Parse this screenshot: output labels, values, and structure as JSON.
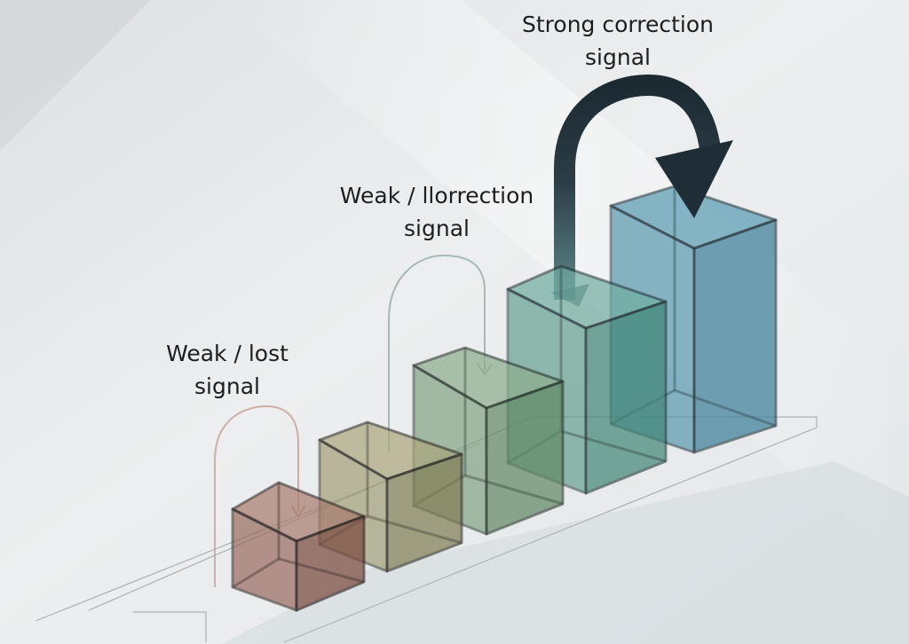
{
  "labels": {
    "strong": {
      "line1": "Strong correction",
      "line2": "signal"
    },
    "mid": {
      "line1": "Weak / llorrection",
      "line2": "signal"
    },
    "weak": {
      "line1": "Weak / lost",
      "line2": "signal"
    }
  },
  "colors": {
    "background": "#e9ebec",
    "box1": "#8a5a4c",
    "box2": "#8e8a5e",
    "box3": "#6e9270",
    "box4": "#4f9487",
    "box5": "#4f8ea6",
    "edge": "#24302f",
    "arrow_strong": "#1f2e36",
    "arrow_mid": "#8fa3a4",
    "arrow_weak": "#c9a39a"
  }
}
